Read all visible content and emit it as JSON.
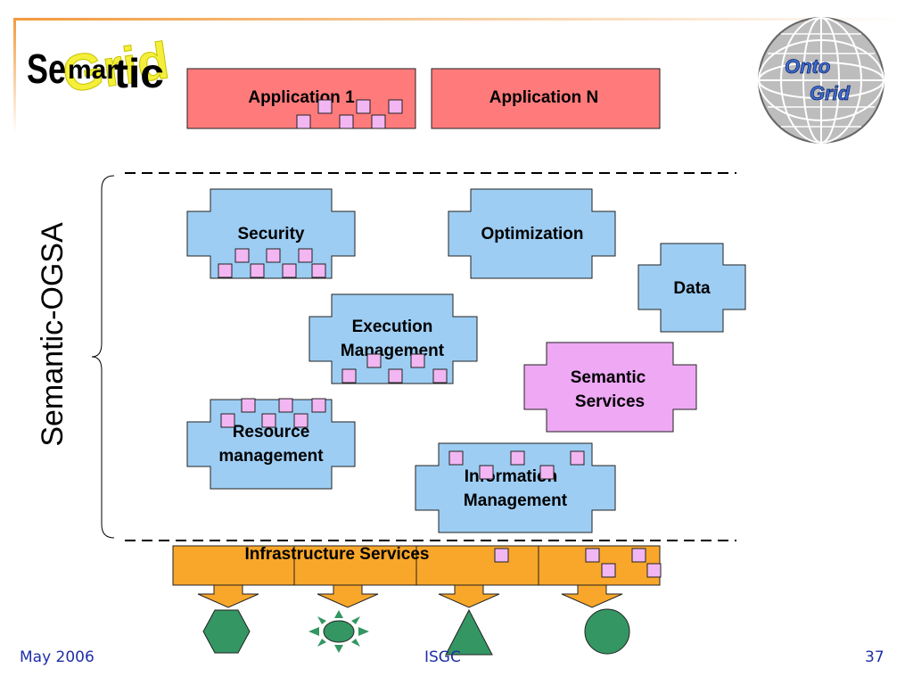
{
  "logo": {
    "word_start": "Se",
    "word_middle": "man",
    "word_end": "tic",
    "overlay": "Grid"
  },
  "corner_logo": {
    "line1": "Onto",
    "line2": "Grid"
  },
  "applications": [
    "Application 1",
    "Application N"
  ],
  "bracket_label": "Semantic-OGSA",
  "services": {
    "security": [
      "Security"
    ],
    "optimization": [
      "Optimization"
    ],
    "data": [
      "Data"
    ],
    "execution": [
      "Execution",
      "Management"
    ],
    "semantic": [
      "Semantic",
      "Services"
    ],
    "resource": [
      "Resource",
      "management"
    ],
    "information": [
      "Information",
      "Management"
    ]
  },
  "infrastructure": "Infrastructure Services",
  "footer": {
    "date": "May 2006",
    "center": "ISGC",
    "page": "37"
  },
  "colors": {
    "app_box": "#ff7b7b",
    "service_box": "#9dcdf3",
    "semantic_box": "#eea8f4",
    "infra": "#f8a72b",
    "marker": "#f2b6f2",
    "shape": "#349663",
    "footer_text": "#1f2fa8",
    "accent_line": "#f29a3d"
  }
}
